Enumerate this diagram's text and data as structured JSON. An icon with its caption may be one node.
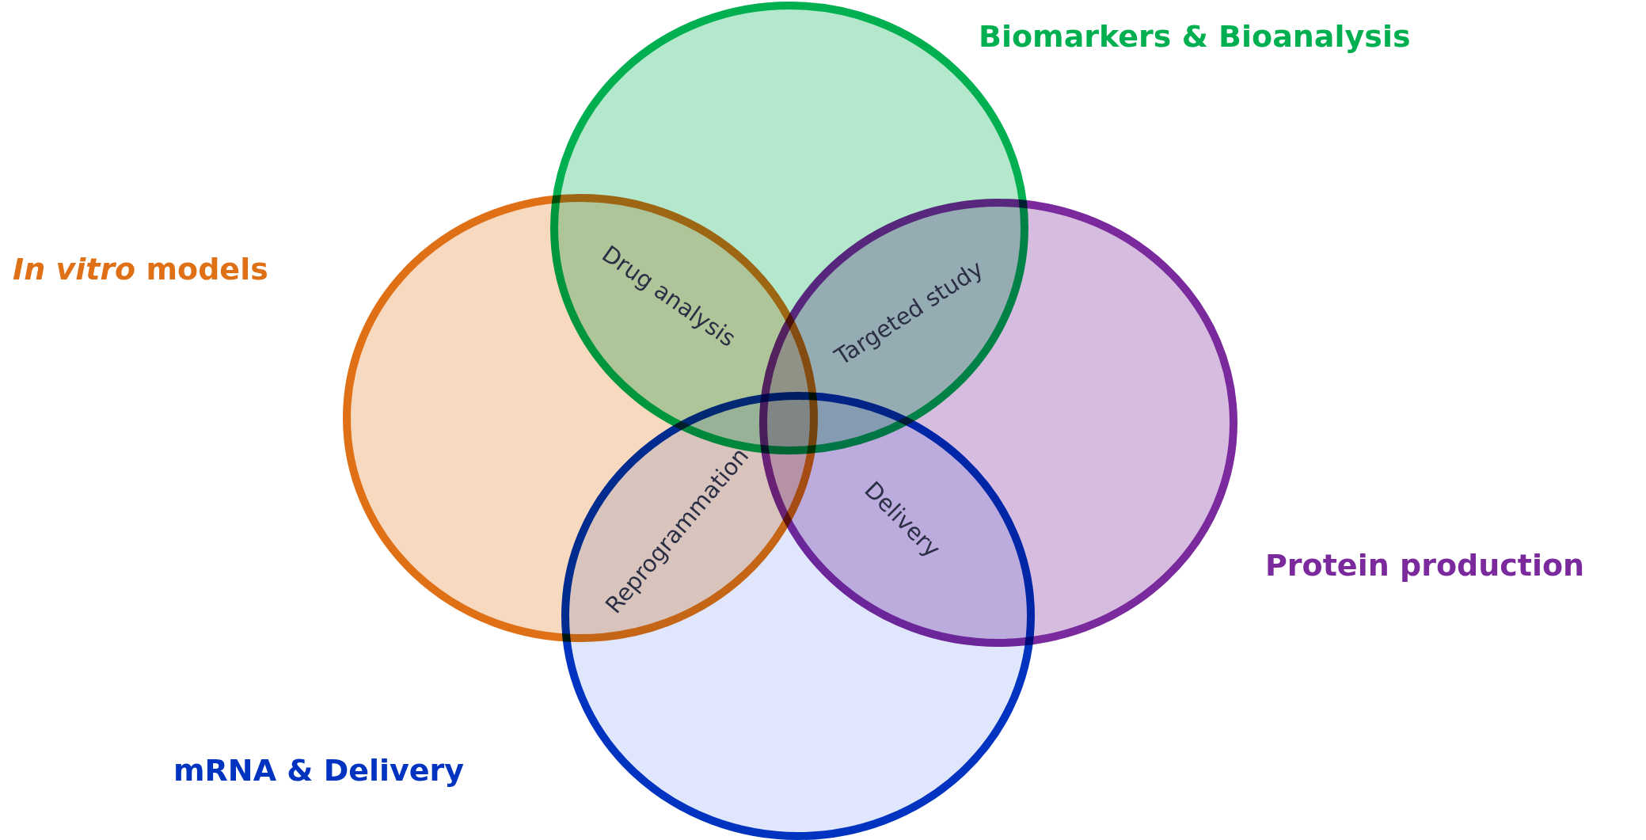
{
  "diagram": {
    "nodes": [
      {
        "text": [
          "Biomarkers & Bioanalysis"
        ]
      },
      {
        "text": [
          "*In vitro* models"
        ]
      },
      {
        "text": [
          "Protein production"
        ]
      },
      {
        "text": [
          "mRNA & Delivery"
        ]
      }
    ],
    "labels": [
      "Drug analysis",
      "Targeted study",
      "Reprogrammation",
      "Delivery"
    ]
  }
}
